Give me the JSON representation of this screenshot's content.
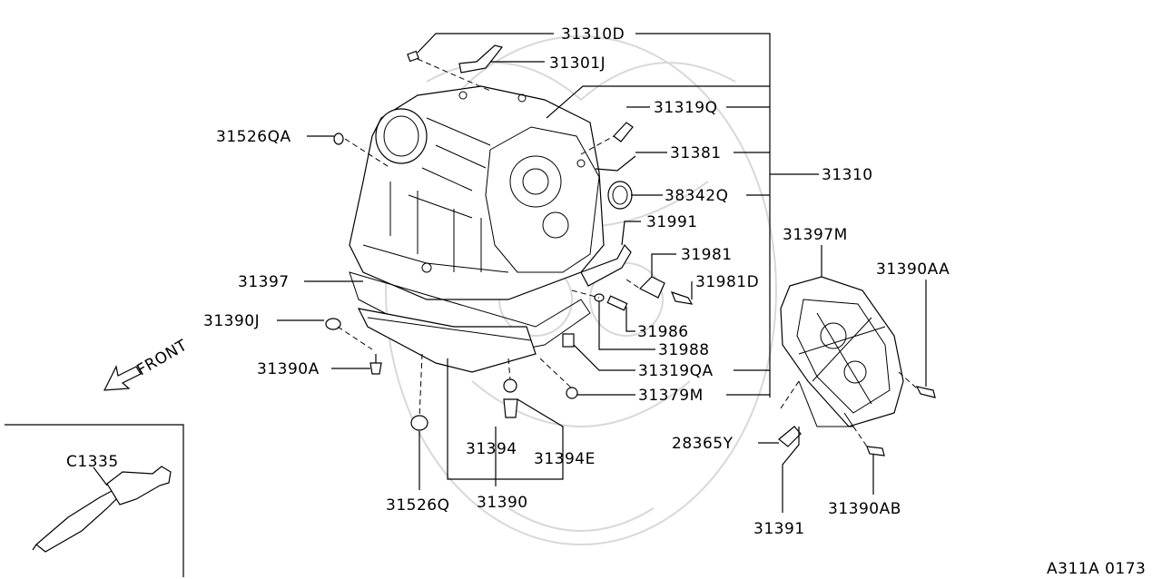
{
  "diagram_id": "A311A 0173",
  "front_label": "FRONT",
  "labels": {
    "p31310D": "31310D",
    "p31301J": "31301J",
    "p31319Q": "31319Q",
    "p31381": "31381",
    "p31310": "31310",
    "p38342Q": "38342Q",
    "p31526QA": "31526QA",
    "p31991": "31991",
    "p31981": "31981",
    "p31981D": "31981D",
    "p31397M": "31397M",
    "p31390AA": "31390AA",
    "p31397": "31397",
    "p31390J": "31390J",
    "p31986": "31986",
    "p31988": "31988",
    "p31390A": "31390A",
    "p31319QA": "31319QA",
    "p31379M": "31379M",
    "p28365Y": "28365Y",
    "p31394": "31394",
    "p31394E": "31394E",
    "p31390": "31390",
    "p31526Q": "31526Q",
    "p31391": "31391",
    "p31390AB": "31390AB",
    "pC1335": "C1335"
  }
}
